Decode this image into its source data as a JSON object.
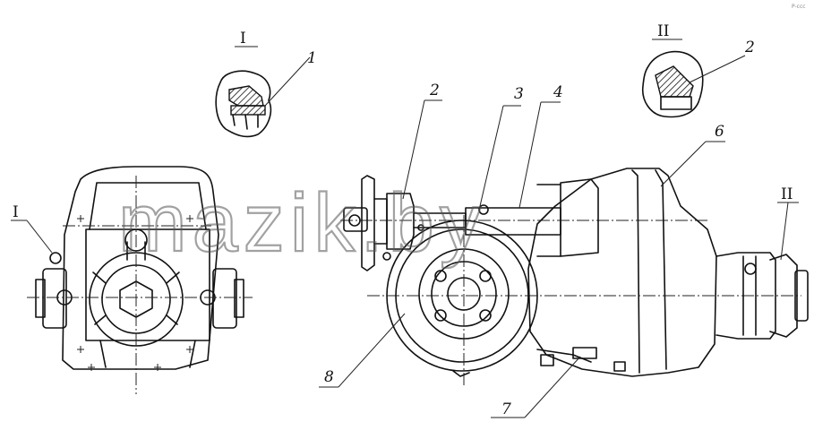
{
  "watermark": "mazik.by",
  "corner_note": "P-ccc",
  "section_labels": {
    "I_top": "I",
    "II_top": "II",
    "I_left": "I",
    "II_right": "II"
  },
  "callouts": [
    "1",
    "2",
    "3",
    "4",
    "6",
    "2",
    "7",
    "8"
  ]
}
